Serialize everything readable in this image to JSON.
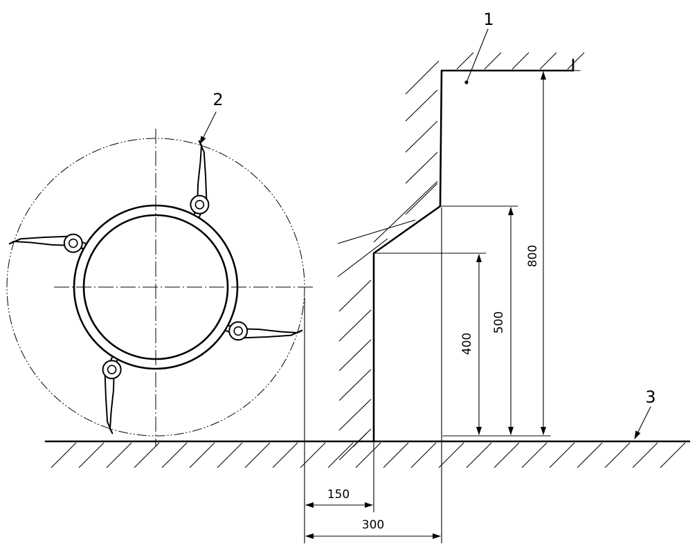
{
  "labels": {
    "part1": "1",
    "part2": "2",
    "part3": "3"
  },
  "dimensions": {
    "height_800": "800",
    "height_500": "500",
    "height_400": "400",
    "width_150": "150",
    "width_300": "300"
  }
}
